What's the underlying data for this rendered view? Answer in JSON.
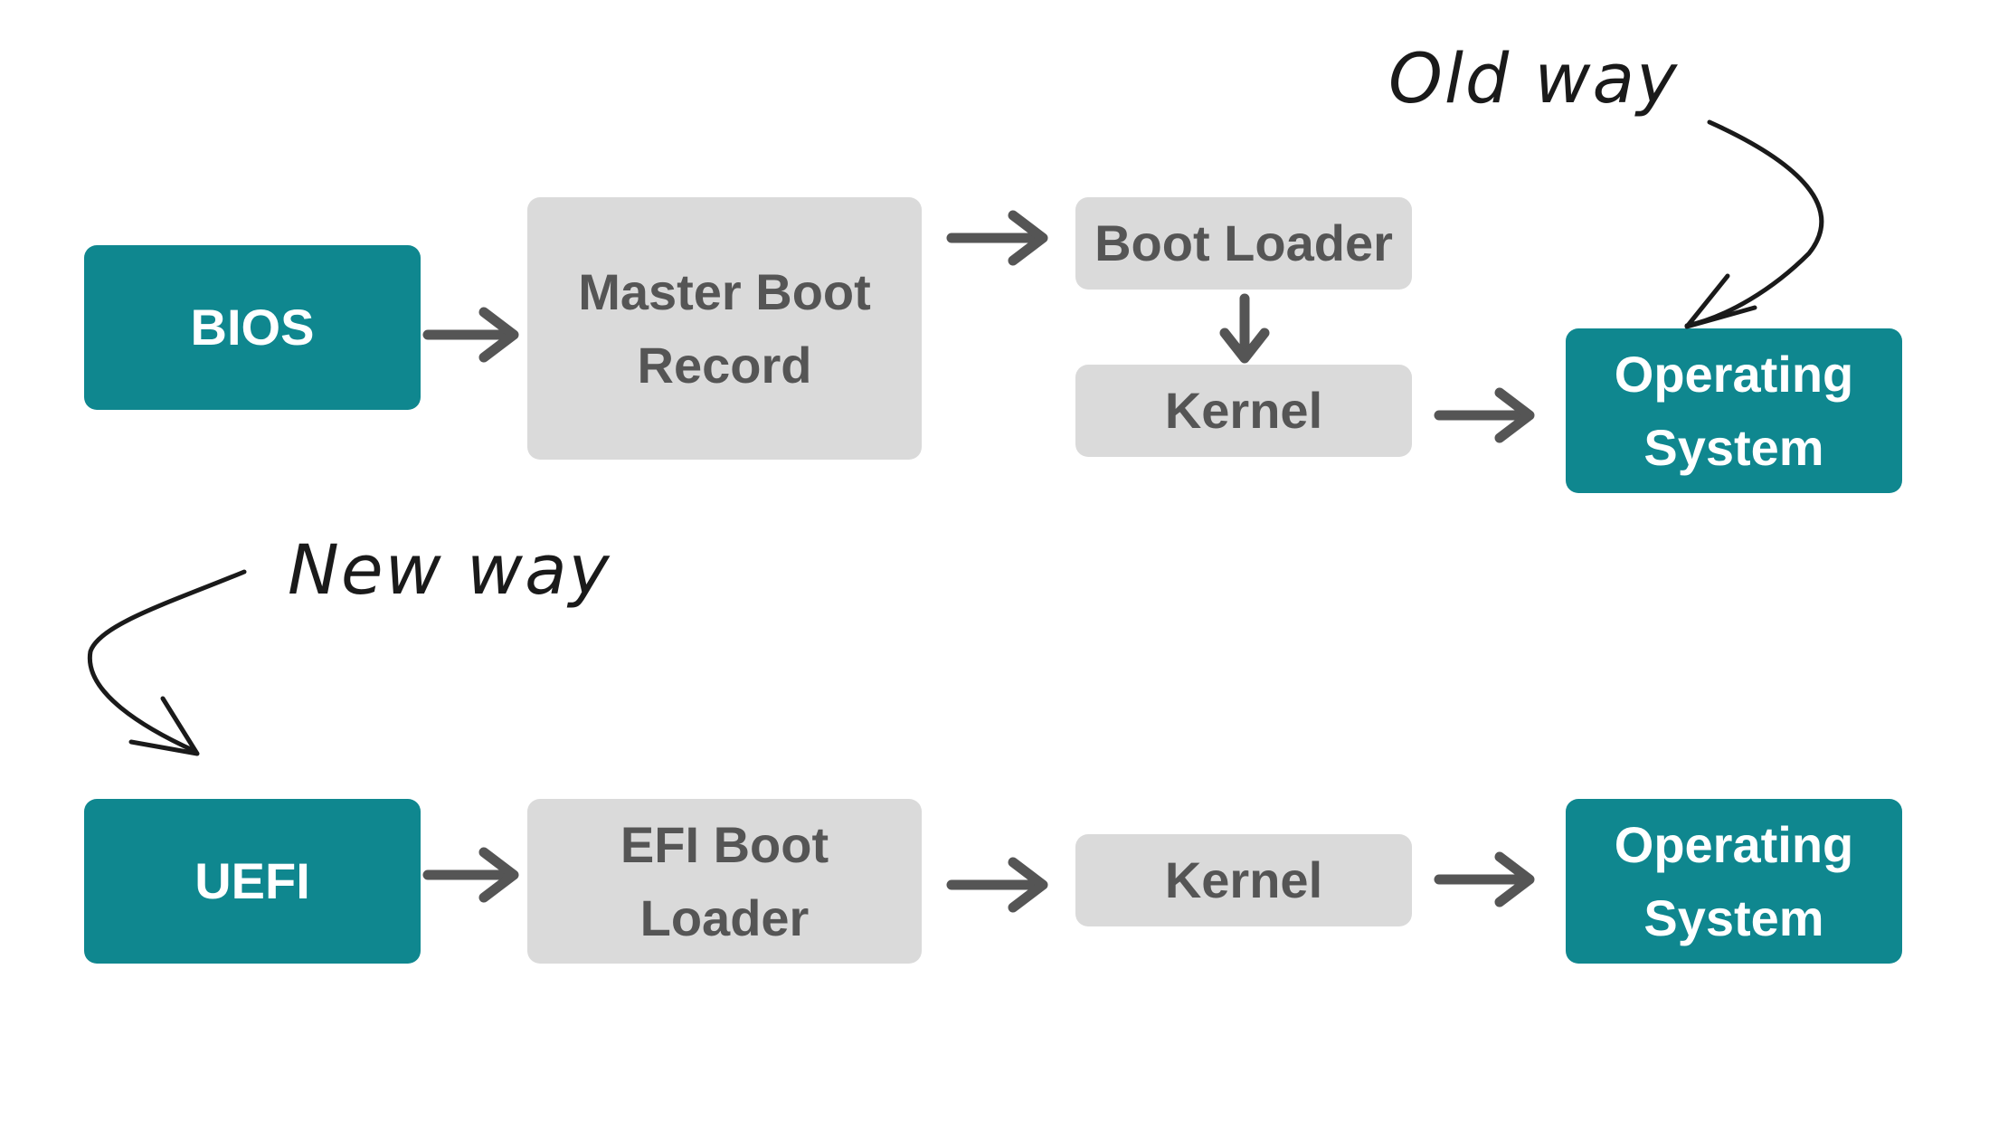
{
  "annotations": {
    "old_way": "Old way",
    "new_way": "New way"
  },
  "old_flow": {
    "bios": "BIOS",
    "mbr": "Master Boot\nRecord",
    "boot_loader": "Boot Loader",
    "kernel": "Kernel",
    "os": "Operating\nSystem"
  },
  "new_flow": {
    "uefi": "UEFI",
    "efi_boot_loader": "EFI Boot\nLoader",
    "kernel": "Kernel",
    "os": "Operating\nSystem"
  },
  "colors": {
    "firmware_and_os": "#0f878f",
    "intermediate": "#dadada",
    "intermediate_text": "#555555",
    "arrow": "#555555",
    "annotation": "#1a1a1a"
  }
}
